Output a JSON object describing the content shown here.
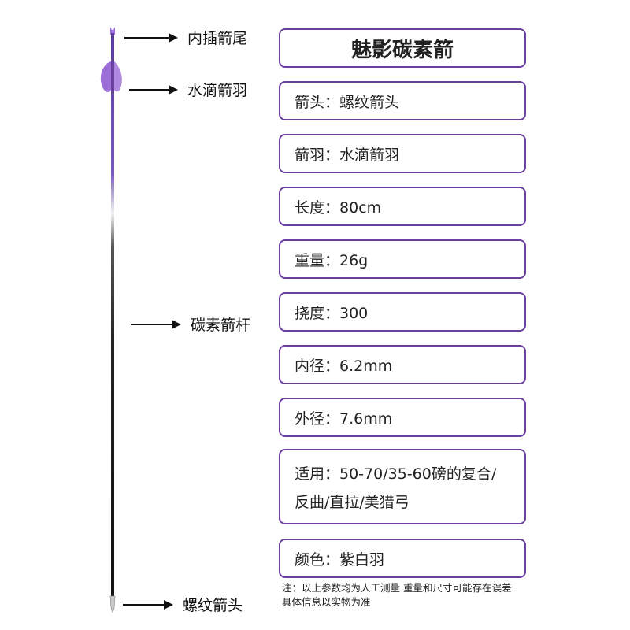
{
  "callouts": {
    "nock": "内插箭尾",
    "vanes": "水滴箭羽",
    "shaft": "碳素箭杆",
    "point": "螺纹箭头"
  },
  "specs": {
    "title": "魅影碳素箭",
    "items": [
      "箭头：螺纹箭头",
      "箭羽：水滴箭羽",
      "长度：80cm",
      "重量：26g",
      "挠度：300",
      "内径：6.2mm",
      "外径：7.6mm"
    ],
    "usage_line1": "适用：50-70/35-60磅的复合/",
    "usage_line2": "反曲/直拉/美猎弓",
    "color": "颜色：紫白羽"
  },
  "note": {
    "line1": "注：以上参数均为人工测量 重量和尺寸可能存在误差",
    "line2": "具体信息以实物为准"
  },
  "colors": {
    "accent": "#6b3fa0",
    "vane": "#9b6fd6",
    "shaft_dark": "#1a1a1a"
  }
}
